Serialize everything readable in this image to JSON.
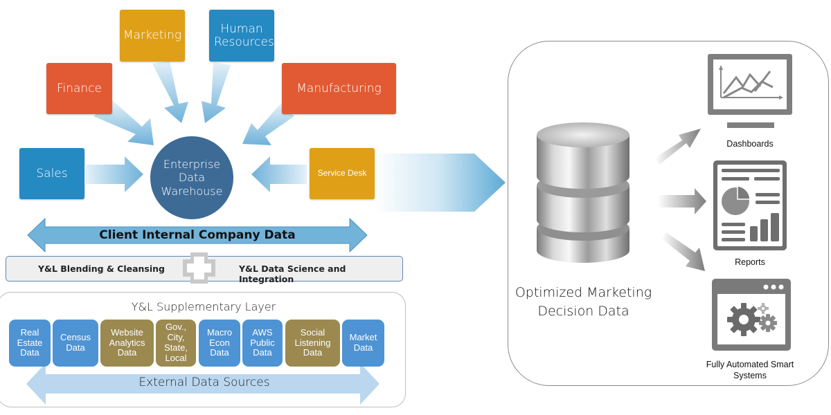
{
  "departments": {
    "marketing": "Marketing",
    "human_resources": "Human Resources",
    "finance": "Finance",
    "manufacturing": "Manufacturing",
    "sales": "Sales",
    "service_desk": "Service Desk"
  },
  "hub": "Enterprise Data Warehouse",
  "internal_band": "Client Internal Company Data",
  "processing": {
    "left": "Y&L Blending & Cleansing",
    "right": "Y&L Data Science and Integration"
  },
  "supplementary": {
    "title": "Y&L Supplementary Layer",
    "sources": [
      {
        "label": "Real Estate Data",
        "color": "#4e93d3"
      },
      {
        "label": "Census Data",
        "color": "#4e93d3"
      },
      {
        "label": "Website Analytics Data",
        "color": "#9b8950"
      },
      {
        "label": "Gov., City, State, Local",
        "color": "#9b8950"
      },
      {
        "label": "Macro Econ Data",
        "color": "#4e93d3"
      },
      {
        "label": "AWS Public Data",
        "color": "#4e93d3"
      },
      {
        "label": "Social Listening Data",
        "color": "#9b8950"
      },
      {
        "label": "Market Data",
        "color": "#4e93d3"
      }
    ],
    "external_band": "External Data Sources"
  },
  "output": {
    "database_label": "Optimized Marketing Decision Data",
    "targets": [
      {
        "label": "Dashboards",
        "icon": "monitor-chart-icon"
      },
      {
        "label": "Reports",
        "icon": "report-document-icon"
      },
      {
        "label": "Fully Automated Smart Systems",
        "icon": "gears-window-icon"
      }
    ]
  },
  "colors": {
    "orange": "#e25a33",
    "gold": "#df9f17",
    "blue": "#2589c2",
    "hub": "#3d6b96",
    "arrow_light": "#6fb1d9",
    "icon_gray": "#7a7a7a"
  }
}
